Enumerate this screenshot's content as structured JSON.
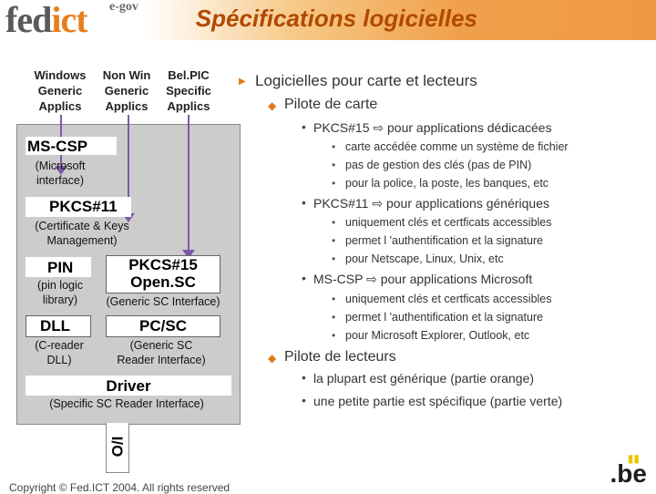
{
  "header": {
    "logo_main": "fed",
    "logo_accent": "ict",
    "logo_sub": "e-gov",
    "title": "Spécifications logicielles"
  },
  "diagram": {
    "apps": [
      {
        "line1": "Windows",
        "line2": "Generic",
        "line3": "Applics"
      },
      {
        "line1": "Non Win",
        "line2": "Generic",
        "line3": "Applics"
      },
      {
        "line1": "Bel.PIC",
        "line2": "Specific",
        "line3": "Applics"
      }
    ],
    "mscsp": {
      "label": "MS-CSP",
      "sub1": "(Microsoft",
      "sub2": "interface)"
    },
    "pkcs11": {
      "label": "PKCS#11",
      "sub1": "(Certificate & Keys",
      "sub2": "Management)"
    },
    "pin": {
      "label": "PIN",
      "sub1": "(pin logic",
      "sub2": "library)"
    },
    "pkcs15": {
      "line1": "PKCS#15",
      "line2": "Open.SC",
      "sub": "(Generic SC Interface)"
    },
    "dll": {
      "label": "DLL",
      "sub1": "(C-reader",
      "sub2": "DLL)"
    },
    "pcsc": {
      "label": "PC/SC",
      "sub1": "(Generic SC",
      "sub2": "Reader Interface)"
    },
    "driver": {
      "label": "Driver",
      "sub": "(Specific SC Reader Interface)"
    },
    "io": "I/O"
  },
  "content": {
    "l1": "Logicielles pour carte et lecteurs",
    "pilote_carte": "Pilote de carte",
    "pkcs15_title_a": "PKCS#15",
    "pkcs15_title_b": "pour applications dédicacées",
    "pkcs15_items": [
      "carte accédée comme un système de fichier",
      "pas de gestion des clés (pas de PIN)",
      "pour la police, la poste, les banques, etc"
    ],
    "pkcs11_title_a": "PKCS#11",
    "pkcs11_title_b": "pour applications génériques",
    "pkcs11_items": [
      "uniquement clés et certficats accessibles",
      "permet l 'authentification et la signature",
      "pour Netscape, Linux, Unix, etc"
    ],
    "mscsp_title_a": "MS-CSP",
    "mscsp_title_b": "pour applications Microsoft",
    "mscsp_items": [
      "uniquement clés et certficats accessibles",
      "permet l 'authentification et la signature",
      "pour Microsoft Explorer, Outlook, etc"
    ],
    "pilote_lecteurs": "Pilote de lecteurs",
    "lecteurs_items": [
      "la plupart est générique (partie orange)",
      "une petite partie est spécifique (partie verte)"
    ],
    "arrow_symbol": "⇨"
  },
  "footer": {
    "copyright": "Copyright © Fed.ICT 2004. All rights reserved",
    "be_logo": ".be"
  }
}
